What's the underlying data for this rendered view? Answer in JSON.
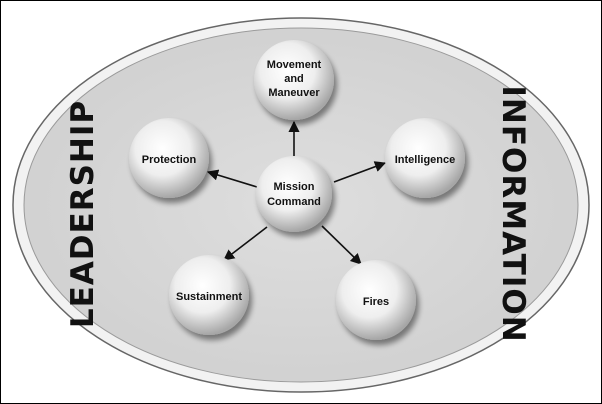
{
  "diagram": {
    "left_label": "LEADERSHIP",
    "right_label": "INFORMATION",
    "center": {
      "lines": [
        "Mission",
        "Command"
      ]
    },
    "nodes": [
      {
        "id": "movement",
        "lines": [
          "Movement",
          "and",
          "Maneuver"
        ]
      },
      {
        "id": "protection",
        "lines": [
          "Protection"
        ]
      },
      {
        "id": "intelligence",
        "lines": [
          "Intelligence"
        ]
      },
      {
        "id": "sustainment",
        "lines": [
          "Sustainment"
        ]
      },
      {
        "id": "fires",
        "lines": [
          "Fires"
        ]
      }
    ]
  },
  "colors": {
    "ellipse_fill": "#d9d9d9",
    "ellipse_rim": "#efefef",
    "sphere_light": "#ffffff",
    "sphere_dark": "#a8a8a8",
    "arrow": "#111111",
    "text": "#111111"
  }
}
